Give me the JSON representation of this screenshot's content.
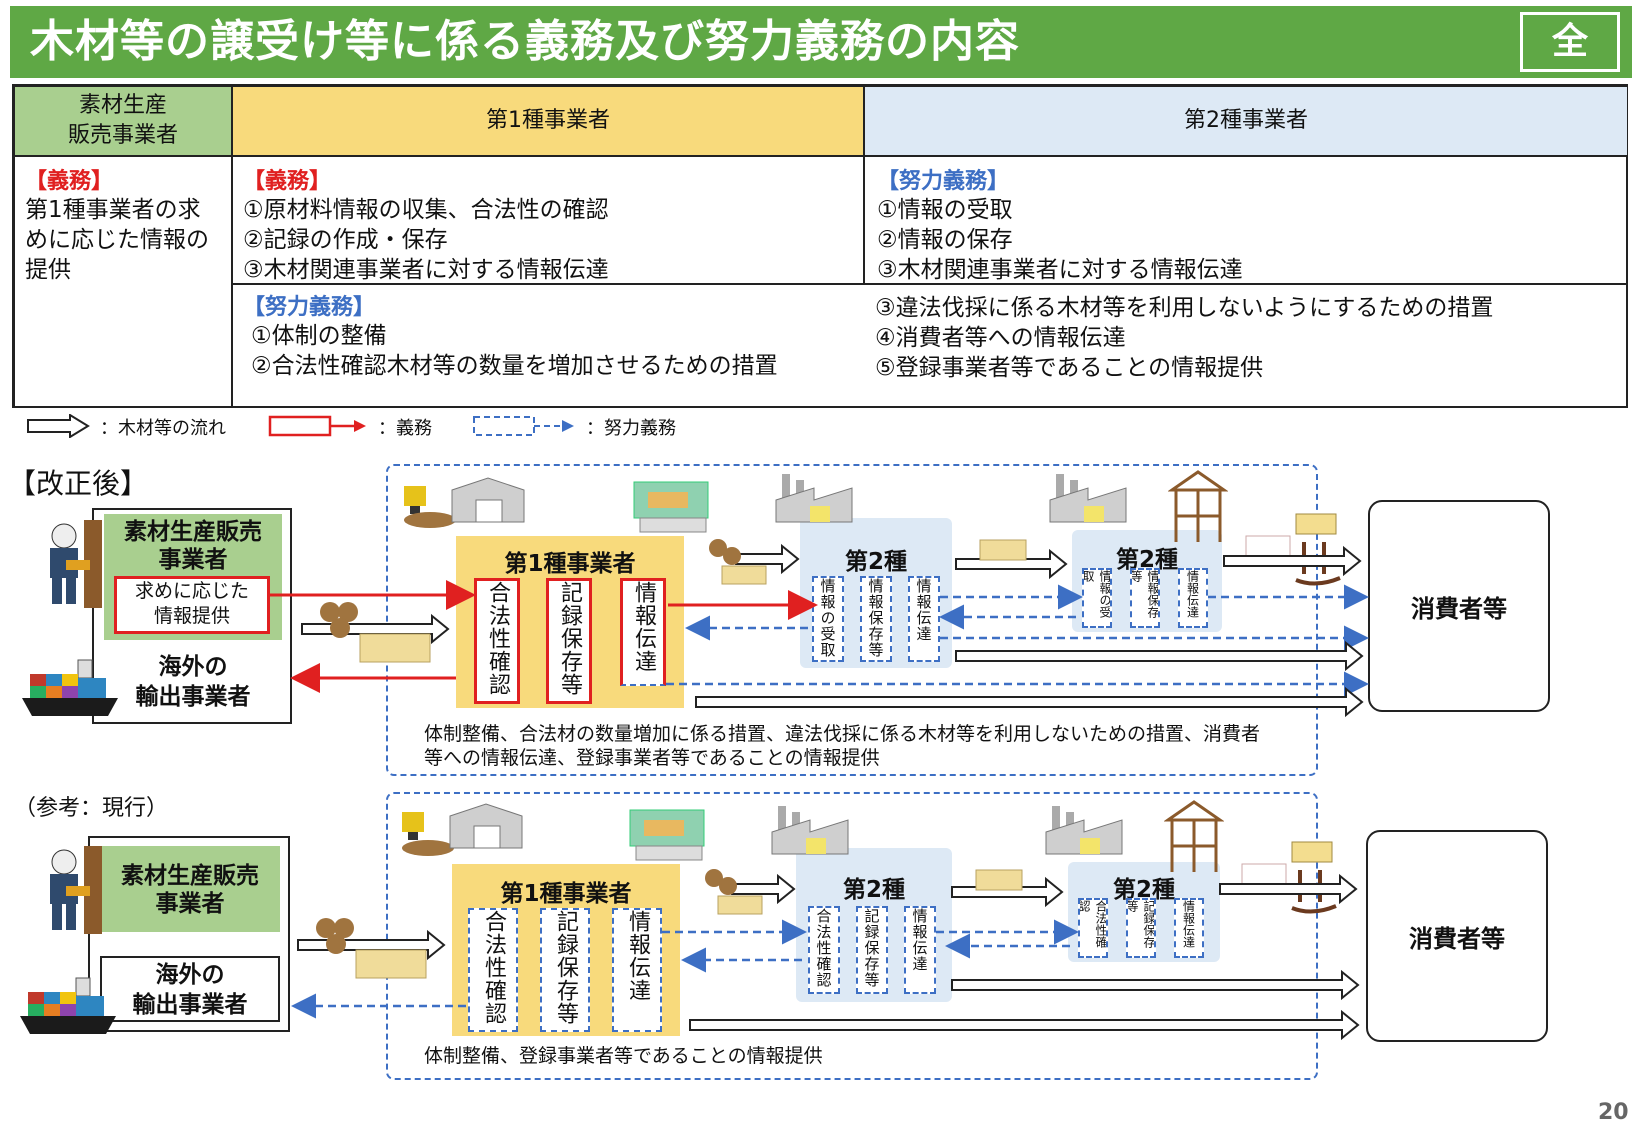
{
  "header": {
    "title": "木材等の譲受け等に係る義務及び努力義務の内容",
    "badge": "全"
  },
  "table": {
    "headers": [
      "素材生産\n販売事業者",
      "第1種事業者",
      "第2種事業者"
    ],
    "col1": {
      "tag": "【義務】",
      "lines": [
        "第1種事業者の求",
        "めに応じた情報の",
        "提供"
      ]
    },
    "col2_duty": {
      "tag": "【義務】",
      "lines": [
        "①原材料情報の収集、合法性の確認",
        "②記録の作成・保存",
        "③木材関連事業者に対する情報伝達"
      ]
    },
    "col3_effort": {
      "tag": "【努力義務】",
      "lines": [
        "①情報の受取",
        "②情報の保存",
        "③木材関連事業者に対する情報伝達"
      ]
    },
    "effort_row": {
      "tag": "【努力義務】",
      "left": [
        "①体制の整備",
        "②合法性確認木材等の数量を増加させるための措置"
      ],
      "right": [
        "③違法伐採に係る木材等を利用しないようにするための措置",
        "④消費者等への情報伝達",
        "⑤登録事業者等であることの情報提供"
      ]
    }
  },
  "legend": {
    "flow": "：木材等の流れ",
    "duty": "：義務",
    "effort": "：努力義務"
  },
  "diagram_after": {
    "label": "【改正後】",
    "producer": "素材生産販売\n事業者",
    "producer_sub": "求めに応じた\n情報提供",
    "exporter": "海外の\n輸出事業者",
    "type1": "第1種事業者",
    "type1_items": [
      "合法性確認",
      "記録保存等",
      "情報伝達"
    ],
    "type2": "第2種",
    "type2a_items": [
      "情報の受取",
      "情報保存等",
      "情報伝達"
    ],
    "type2b_items": [
      "情報の受取",
      "情報保存等",
      "情報伝達"
    ],
    "consumer": "消費者等",
    "note": "体制整備、合法材の数量増加に係る措置、違法伐採に係る木材等を利用しないための措置、消費者\n等への情報伝達、登録事業者等であることの情報提供"
  },
  "diagram_before": {
    "label": "（参考：現行）",
    "producer": "素材生産販売\n事業者",
    "exporter": "海外の\n輸出事業者",
    "type1": "第1種事業者",
    "type1_items": [
      "合法性確認",
      "記録保存等",
      "情報伝達"
    ],
    "type2": "第2種",
    "type2a_items": [
      "合法性確認",
      "記録保存等",
      "情報伝達"
    ],
    "type2b_items": [
      "合法性確認",
      "記録保存等",
      "情報伝達"
    ],
    "consumer": "消費者等",
    "note": "体制整備、登録事業者等であることの情報提供"
  },
  "page_number": "20",
  "colors": {
    "green": "#5fa845",
    "yellow": "#f8da7c",
    "light_blue": "#dde9f5",
    "red": "#e02020",
    "blue": "#3d6fc4"
  }
}
